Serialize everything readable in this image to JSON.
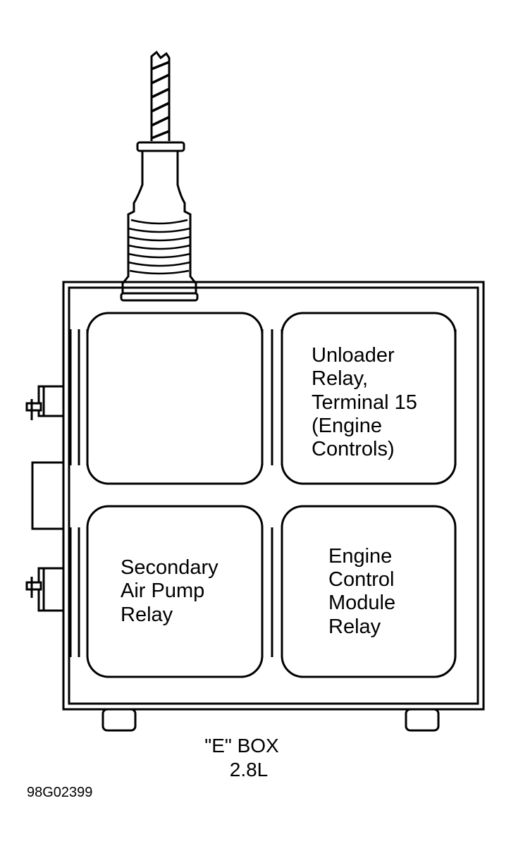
{
  "relays": {
    "top_left": {
      "lines": []
    },
    "top_right": {
      "lines": [
        "Unloader",
        "Relay,",
        "Terminal 15",
        "(Engine",
        "Controls)"
      ]
    },
    "bottom_left": {
      "lines": [
        "Secondary",
        "Air Pump",
        "Relay"
      ]
    },
    "bottom_right": {
      "lines": [
        "Engine",
        "Control",
        "Module",
        "Relay"
      ]
    }
  },
  "caption": {
    "line1": "\"E\" BOX",
    "line2": "2.8L"
  },
  "figure_code": "98G02399"
}
